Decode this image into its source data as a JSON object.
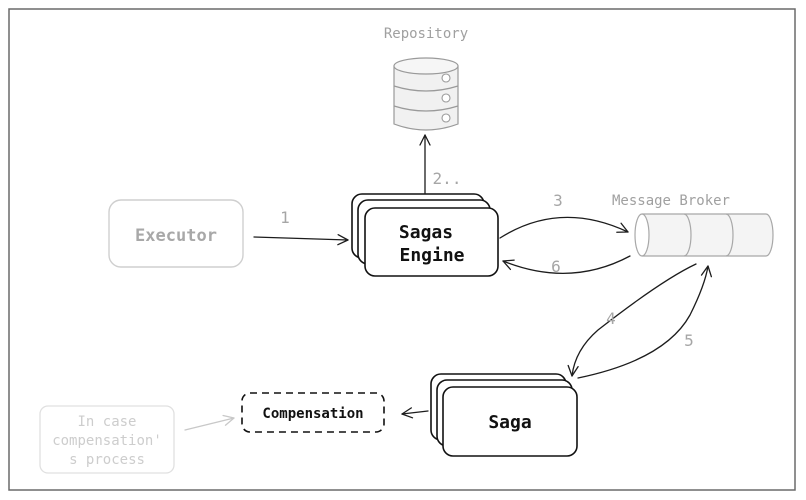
{
  "nodes": {
    "repository": {
      "label": "Repository"
    },
    "executor": {
      "label": "Executor"
    },
    "sagas_engine": {
      "line1": "Sagas",
      "line2": "Engine"
    },
    "message_broker": {
      "label": "Message Broker"
    },
    "saga": {
      "label": "Saga"
    },
    "compensation": {
      "label": "Compensation"
    },
    "note": {
      "line1": "In case",
      "line2": "compensation'",
      "line3": "s process"
    }
  },
  "edges": {
    "executor_to_engine": "1",
    "engine_to_repository": "2..",
    "engine_to_broker": "3",
    "broker_to_saga": "4",
    "saga_to_broker": "5",
    "broker_to_engine": "6"
  },
  "colors": {
    "ink": "#111111",
    "faint": "#a8a8a8",
    "very_faint": "#cdcdcd"
  }
}
